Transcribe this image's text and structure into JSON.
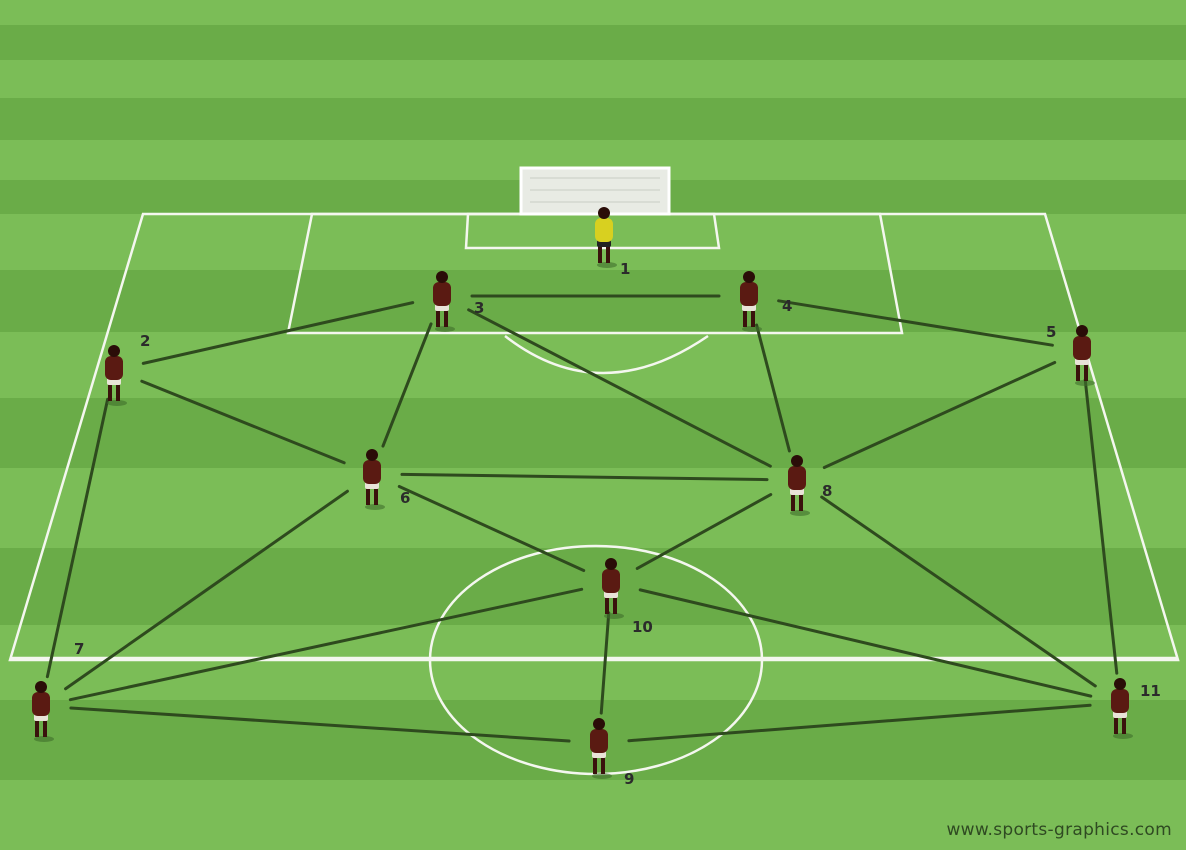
{
  "diagram": {
    "type": "football-formation-passing-network",
    "colors": {
      "grass_light": "#7bbd57",
      "grass_dark": "#6aac48",
      "lines": "#f4f7ef",
      "pass_lines": "#2e4a1e",
      "player_shirt": "#5a1a12",
      "player_shorts": "#e9e4d8",
      "keeper_shirt": "#d8d020"
    },
    "players": [
      {
        "id": "gk",
        "number": "1",
        "role": "goalkeeper"
      },
      {
        "id": "p2",
        "number": "2"
      },
      {
        "id": "p3",
        "number": "3"
      },
      {
        "id": "p4",
        "number": "4"
      },
      {
        "id": "p5",
        "number": "5"
      },
      {
        "id": "p6",
        "number": "6"
      },
      {
        "id": "p7",
        "number": "7"
      },
      {
        "id": "p8",
        "number": "8"
      },
      {
        "id": "p9",
        "number": "9"
      },
      {
        "id": "p10",
        "number": "10"
      },
      {
        "id": "p11",
        "number": "11"
      }
    ],
    "passes": [
      [
        "p2",
        "p3"
      ],
      [
        "p3",
        "p4"
      ],
      [
        "p4",
        "p5"
      ],
      [
        "p2",
        "p6"
      ],
      [
        "p2",
        "p7"
      ],
      [
        "p3",
        "p6"
      ],
      [
        "p3",
        "p8"
      ],
      [
        "p4",
        "p8"
      ],
      [
        "p5",
        "p8"
      ],
      [
        "p5",
        "p11"
      ],
      [
        "p6",
        "p8"
      ],
      [
        "p6",
        "p7"
      ],
      [
        "p6",
        "p10"
      ],
      [
        "p8",
        "p10"
      ],
      [
        "p8",
        "p11"
      ],
      [
        "p7",
        "p10"
      ],
      [
        "p7",
        "p9"
      ],
      [
        "p10",
        "p9"
      ],
      [
        "p10",
        "p11"
      ],
      [
        "p9",
        "p11"
      ]
    ]
  },
  "watermark": "www.sports-graphics.com"
}
